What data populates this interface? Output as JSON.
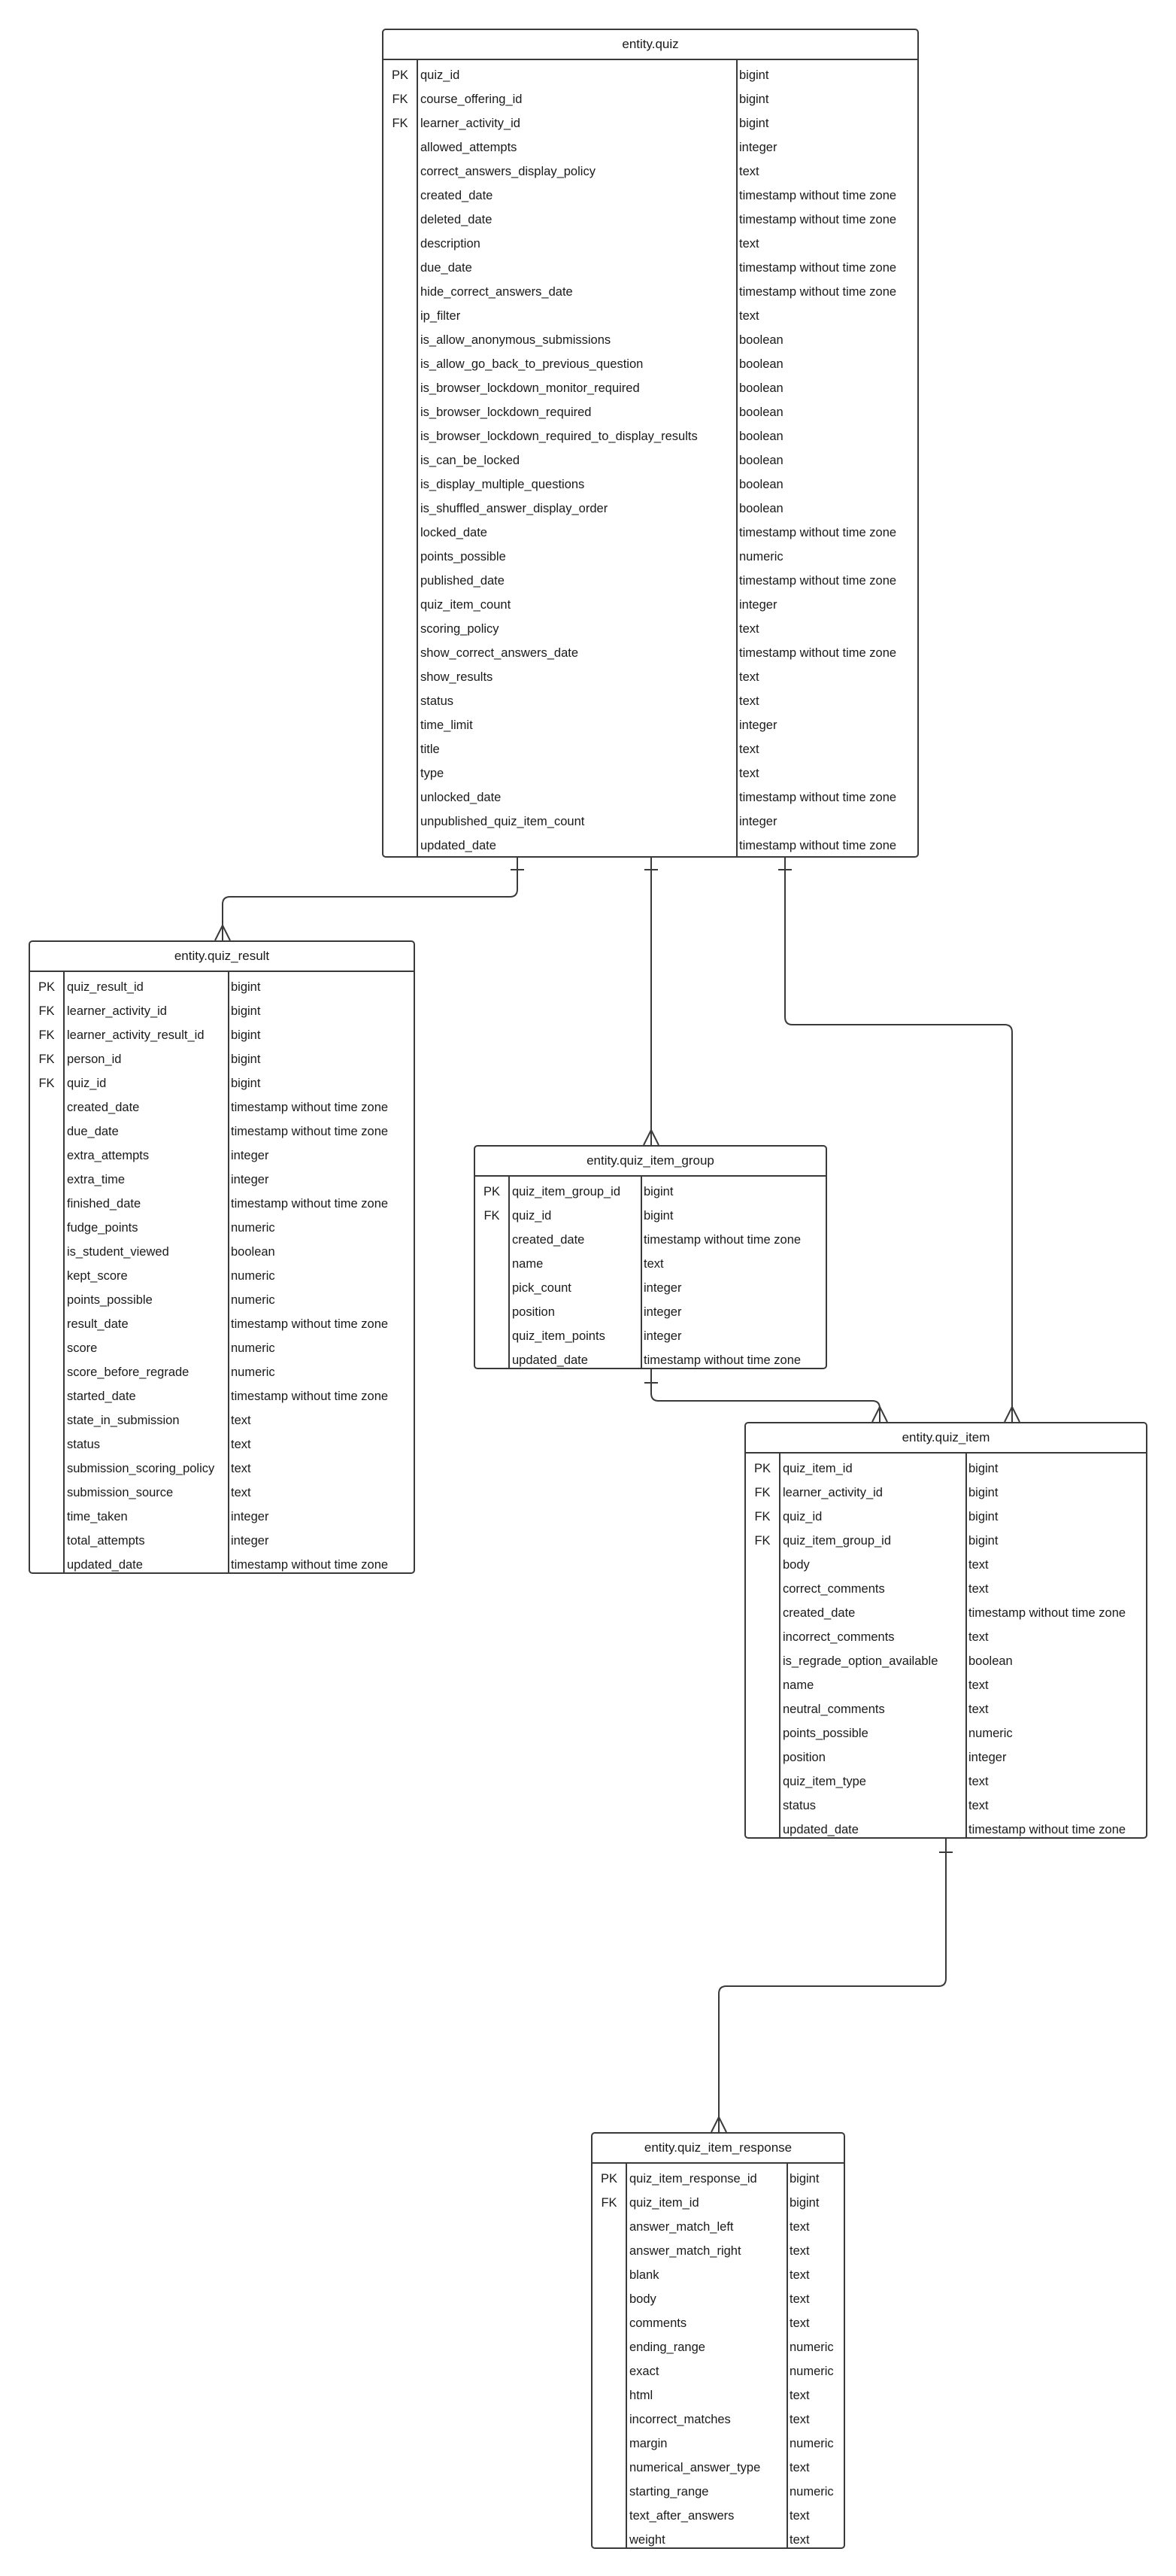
{
  "entities": {
    "quiz": {
      "title": "entity.quiz",
      "rows": [
        {
          "key": "PK",
          "name": "quiz_id",
          "type": "bigint"
        },
        {
          "key": "FK",
          "name": "course_offering_id",
          "type": "bigint"
        },
        {
          "key": "FK",
          "name": "learner_activity_id",
          "type": "bigint"
        },
        {
          "key": "",
          "name": "allowed_attempts",
          "type": "integer"
        },
        {
          "key": "",
          "name": "correct_answers_display_policy",
          "type": "text"
        },
        {
          "key": "",
          "name": "created_date",
          "type": "timestamp without time zone"
        },
        {
          "key": "",
          "name": "deleted_date",
          "type": "timestamp without time zone"
        },
        {
          "key": "",
          "name": "description",
          "type": "text"
        },
        {
          "key": "",
          "name": "due_date",
          "type": "timestamp without time zone"
        },
        {
          "key": "",
          "name": "hide_correct_answers_date",
          "type": "timestamp without time zone"
        },
        {
          "key": "",
          "name": "ip_filter",
          "type": "text"
        },
        {
          "key": "",
          "name": "is_allow_anonymous_submissions",
          "type": "boolean"
        },
        {
          "key": "",
          "name": "is_allow_go_back_to_previous_question",
          "type": "boolean"
        },
        {
          "key": "",
          "name": "is_browser_lockdown_monitor_required",
          "type": "boolean"
        },
        {
          "key": "",
          "name": "is_browser_lockdown_required",
          "type": "boolean"
        },
        {
          "key": "",
          "name": "is_browser_lockdown_required_to_display_results",
          "type": "boolean"
        },
        {
          "key": "",
          "name": "is_can_be_locked",
          "type": "boolean"
        },
        {
          "key": "",
          "name": "is_display_multiple_questions",
          "type": "boolean"
        },
        {
          "key": "",
          "name": "is_shuffled_answer_display_order",
          "type": "boolean"
        },
        {
          "key": "",
          "name": "locked_date",
          "type": "timestamp without time zone"
        },
        {
          "key": "",
          "name": "points_possible",
          "type": "numeric"
        },
        {
          "key": "",
          "name": "published_date",
          "type": "timestamp without time zone"
        },
        {
          "key": "",
          "name": "quiz_item_count",
          "type": "integer"
        },
        {
          "key": "",
          "name": "scoring_policy",
          "type": "text"
        },
        {
          "key": "",
          "name": "show_correct_answers_date",
          "type": "timestamp without time zone"
        },
        {
          "key": "",
          "name": "show_results",
          "type": "text"
        },
        {
          "key": "",
          "name": "status",
          "type": "text"
        },
        {
          "key": "",
          "name": "time_limit",
          "type": "integer"
        },
        {
          "key": "",
          "name": "title",
          "type": "text"
        },
        {
          "key": "",
          "name": "type",
          "type": "text"
        },
        {
          "key": "",
          "name": "unlocked_date",
          "type": "timestamp without time zone"
        },
        {
          "key": "",
          "name": "unpublished_quiz_item_count",
          "type": "integer"
        },
        {
          "key": "",
          "name": "updated_date",
          "type": "timestamp without time zone"
        }
      ]
    },
    "quiz_result": {
      "title": "entity.quiz_result",
      "rows": [
        {
          "key": "PK",
          "name": "quiz_result_id",
          "type": "bigint"
        },
        {
          "key": "FK",
          "name": "learner_activity_id",
          "type": "bigint"
        },
        {
          "key": "FK",
          "name": "learner_activity_result_id",
          "type": "bigint"
        },
        {
          "key": "FK",
          "name": "person_id",
          "type": "bigint"
        },
        {
          "key": "FK",
          "name": "quiz_id",
          "type": "bigint"
        },
        {
          "key": "",
          "name": "created_date",
          "type": "timestamp without time zone"
        },
        {
          "key": "",
          "name": "due_date",
          "type": "timestamp without time zone"
        },
        {
          "key": "",
          "name": "extra_attempts",
          "type": "integer"
        },
        {
          "key": "",
          "name": "extra_time",
          "type": "integer"
        },
        {
          "key": "",
          "name": "finished_date",
          "type": "timestamp without time zone"
        },
        {
          "key": "",
          "name": "fudge_points",
          "type": "numeric"
        },
        {
          "key": "",
          "name": "is_student_viewed",
          "type": "boolean"
        },
        {
          "key": "",
          "name": "kept_score",
          "type": "numeric"
        },
        {
          "key": "",
          "name": "points_possible",
          "type": "numeric"
        },
        {
          "key": "",
          "name": "result_date",
          "type": "timestamp without time zone"
        },
        {
          "key": "",
          "name": "score",
          "type": "numeric"
        },
        {
          "key": "",
          "name": "score_before_regrade",
          "type": "numeric"
        },
        {
          "key": "",
          "name": "started_date",
          "type": "timestamp without time zone"
        },
        {
          "key": "",
          "name": "state_in_submission",
          "type": "text"
        },
        {
          "key": "",
          "name": "status",
          "type": "text"
        },
        {
          "key": "",
          "name": "submission_scoring_policy",
          "type": "text"
        },
        {
          "key": "",
          "name": "submission_source",
          "type": "text"
        },
        {
          "key": "",
          "name": "time_taken",
          "type": "integer"
        },
        {
          "key": "",
          "name": "total_attempts",
          "type": "integer"
        },
        {
          "key": "",
          "name": "updated_date",
          "type": "timestamp without time zone"
        }
      ]
    },
    "quiz_item_group": {
      "title": "entity.quiz_item_group",
      "rows": [
        {
          "key": "PK",
          "name": "quiz_item_group_id",
          "type": "bigint"
        },
        {
          "key": "FK",
          "name": "quiz_id",
          "type": "bigint"
        },
        {
          "key": "",
          "name": "created_date",
          "type": "timestamp without time zone"
        },
        {
          "key": "",
          "name": "name",
          "type": "text"
        },
        {
          "key": "",
          "name": "pick_count",
          "type": "integer"
        },
        {
          "key": "",
          "name": "position",
          "type": "integer"
        },
        {
          "key": "",
          "name": "quiz_item_points",
          "type": "integer"
        },
        {
          "key": "",
          "name": "updated_date",
          "type": "timestamp without time zone"
        }
      ]
    },
    "quiz_item": {
      "title": "entity.quiz_item",
      "rows": [
        {
          "key": "PK",
          "name": "quiz_item_id",
          "type": "bigint"
        },
        {
          "key": "FK",
          "name": "learner_activity_id",
          "type": "bigint"
        },
        {
          "key": "FK",
          "name": "quiz_id",
          "type": "bigint"
        },
        {
          "key": "FK",
          "name": "quiz_item_group_id",
          "type": "bigint"
        },
        {
          "key": "",
          "name": "body",
          "type": "text"
        },
        {
          "key": "",
          "name": "correct_comments",
          "type": "text"
        },
        {
          "key": "",
          "name": "created_date",
          "type": "timestamp without time zone"
        },
        {
          "key": "",
          "name": "incorrect_comments",
          "type": "text"
        },
        {
          "key": "",
          "name": "is_regrade_option_available",
          "type": "boolean"
        },
        {
          "key": "",
          "name": "name",
          "type": "text"
        },
        {
          "key": "",
          "name": "neutral_comments",
          "type": "text"
        },
        {
          "key": "",
          "name": "points_possible",
          "type": "numeric"
        },
        {
          "key": "",
          "name": "position",
          "type": "integer"
        },
        {
          "key": "",
          "name": "quiz_item_type",
          "type": "text"
        },
        {
          "key": "",
          "name": "status",
          "type": "text"
        },
        {
          "key": "",
          "name": "updated_date",
          "type": "timestamp without time zone"
        }
      ]
    },
    "quiz_item_response": {
      "title": "entity.quiz_item_response",
      "rows": [
        {
          "key": "PK",
          "name": "quiz_item_response_id",
          "type": "bigint"
        },
        {
          "key": "FK",
          "name": "quiz_item_id",
          "type": "bigint"
        },
        {
          "key": "",
          "name": "answer_match_left",
          "type": "text"
        },
        {
          "key": "",
          "name": "answer_match_right",
          "type": "text"
        },
        {
          "key": "",
          "name": "blank",
          "type": "text"
        },
        {
          "key": "",
          "name": "body",
          "type": "text"
        },
        {
          "key": "",
          "name": "comments",
          "type": "text"
        },
        {
          "key": "",
          "name": "ending_range",
          "type": "numeric"
        },
        {
          "key": "",
          "name": "exact",
          "type": "numeric"
        },
        {
          "key": "",
          "name": "html",
          "type": "text"
        },
        {
          "key": "",
          "name": "incorrect_matches",
          "type": "text"
        },
        {
          "key": "",
          "name": "margin",
          "type": "numeric"
        },
        {
          "key": "",
          "name": "numerical_answer_type",
          "type": "text"
        },
        {
          "key": "",
          "name": "starting_range",
          "type": "numeric"
        },
        {
          "key": "",
          "name": "text_after_answers",
          "type": "text"
        },
        {
          "key": "",
          "name": "weight",
          "type": "text"
        }
      ]
    }
  },
  "relationships": [
    {
      "from": "quiz",
      "to": "quiz_result",
      "from_card": "one",
      "to_card": "many"
    },
    {
      "from": "quiz",
      "to": "quiz_item_group",
      "from_card": "one",
      "to_card": "many"
    },
    {
      "from": "quiz",
      "to": "quiz_item",
      "from_card": "one",
      "to_card": "many"
    },
    {
      "from": "quiz_item_group",
      "to": "quiz_item",
      "from_card": "one",
      "to_card": "many"
    },
    {
      "from": "quiz_item",
      "to": "quiz_item_response",
      "from_card": "one",
      "to_card": "many"
    }
  ]
}
